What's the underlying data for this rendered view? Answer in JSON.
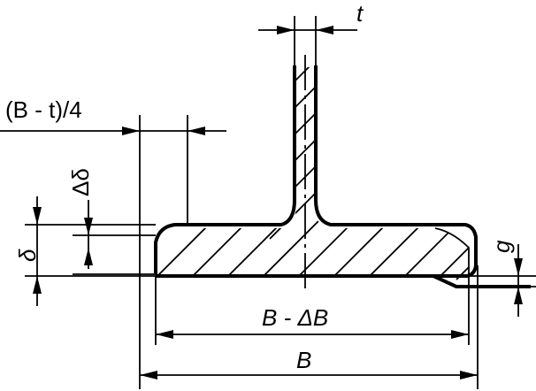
{
  "labels": {
    "t": "t",
    "quarter": "(B - t)/4",
    "delta_delta": "Δδ",
    "delta": "δ",
    "g": "g",
    "b_minus_db": "B - ΔB",
    "b": "B"
  }
}
